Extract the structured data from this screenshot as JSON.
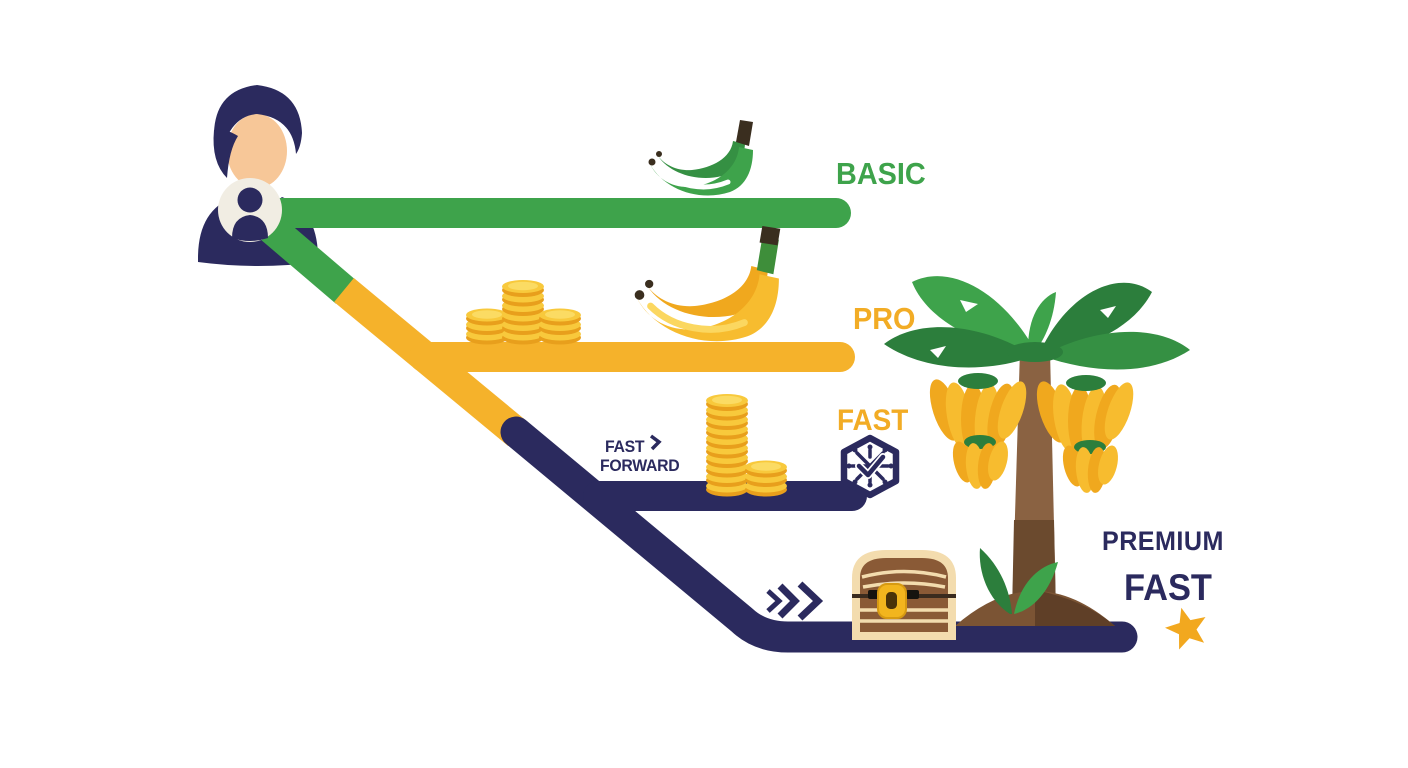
{
  "tiers": [
    {
      "id": "basic",
      "label": "BASIC",
      "color": "#3EA34B"
    },
    {
      "id": "pro",
      "label": "PRO",
      "color": "#F2AC25"
    },
    {
      "id": "fast",
      "label": "FAST",
      "color": "#F2AC25"
    },
    {
      "id": "premium_fast",
      "label_line1": "PREMIUM",
      "label_line2": "FAST",
      "color": "#2B2A5E"
    }
  ],
  "annotations": {
    "fast_forward_line1": "FAST",
    "fast_forward_line2": "FORWARD"
  },
  "icons": [
    "user-avatar",
    "user-badge-icon",
    "banana-bunch-green-icon",
    "banana-bunch-yellow-icon",
    "coin-stacks-pro-icon",
    "coin-stacks-fast-icon",
    "fast-forward-arrow-icon",
    "hexagon-badge-icon",
    "double-chevron-icon",
    "treasure-chest-icon",
    "banana-tree-icon",
    "star-icon"
  ],
  "illustration": {
    "coin_stacks": {
      "pro": [
        3,
        6,
        3
      ],
      "fast": [
        10,
        3
      ]
    }
  },
  "colors": {
    "green": "#3EA34B",
    "green_dark": "#2C7E3C",
    "green_mid": "#359043",
    "green_light": "#6CC462",
    "yellow": "#F5B22B",
    "gold_text": "#F2AC25",
    "navy": "#2B2A5E",
    "skin": "#F7C798",
    "badge_bg": "#F1EDE3",
    "coin_top": "#F8C93C",
    "coin_edge": "#E89F1C",
    "coin_face": "#FBDB63",
    "banana_yellow": "#F7BC2F",
    "banana_yellow_dark": "#F0A81E",
    "banana_highlight_y": "#FBD760",
    "trunk": "#8A6242",
    "trunk_dark": "#6B4A2E",
    "mound": "#7B5434",
    "mound_dark": "#5F3F27",
    "chest_tan": "#F3DCAE",
    "chest_brown": "#8A5A36",
    "chest_seam": "#3A2B1E",
    "gold": "#F2B51E",
    "gold_dark": "#D79A12",
    "keyhole": "#4A3208",
    "star": "#F2A81F",
    "stem_dark": "#3A2E1F",
    "white": "#FFFFFF"
  }
}
